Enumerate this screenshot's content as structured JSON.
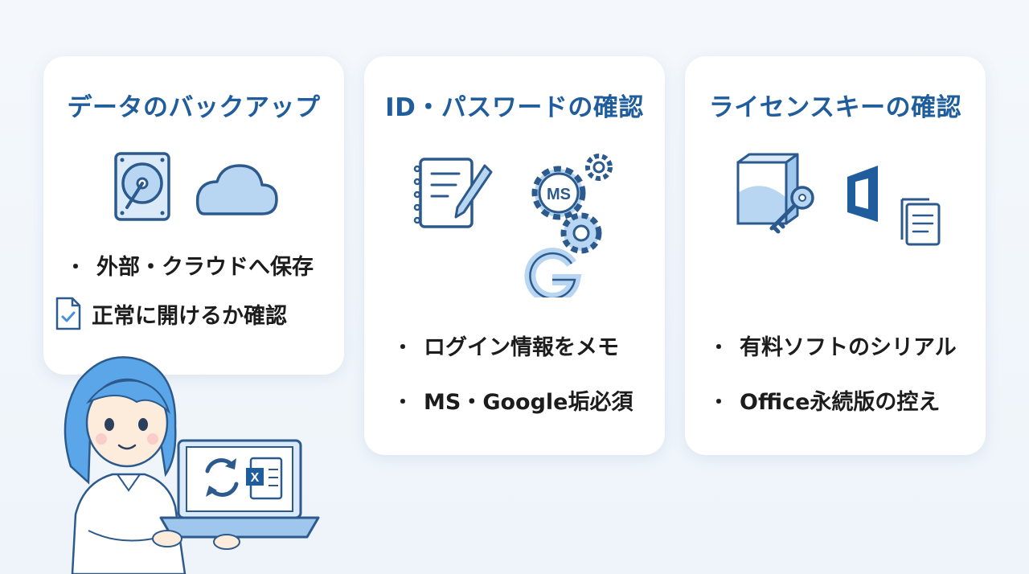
{
  "cards": [
    {
      "title": "データのバックアップ",
      "items": [
        {
          "marker": "・",
          "text": "外部・クラウドへ保存"
        },
        {
          "marker": "document-check-icon",
          "text": "正常に開けるか確認"
        }
      ]
    },
    {
      "title": "ID・パスワードの確認",
      "items": [
        {
          "marker": "・",
          "text": "ログイン情報をメモ"
        },
        {
          "marker": "・",
          "text": "MS・Google垢必須"
        }
      ],
      "gear_label": "MS"
    },
    {
      "title": "ライセンスキーの確認",
      "items": [
        {
          "marker": "・",
          "text": "有料ソフトのシリアル"
        },
        {
          "marker": "・",
          "text": "Office永続版の控え"
        }
      ]
    }
  ],
  "illustration": {
    "laptop_file_letter": "X"
  },
  "colors": {
    "title": "#1f5d9c",
    "icon_stroke": "#2c5a8c",
    "icon_fill": "#b8d6f2",
    "accent": "#5aa0e0"
  }
}
